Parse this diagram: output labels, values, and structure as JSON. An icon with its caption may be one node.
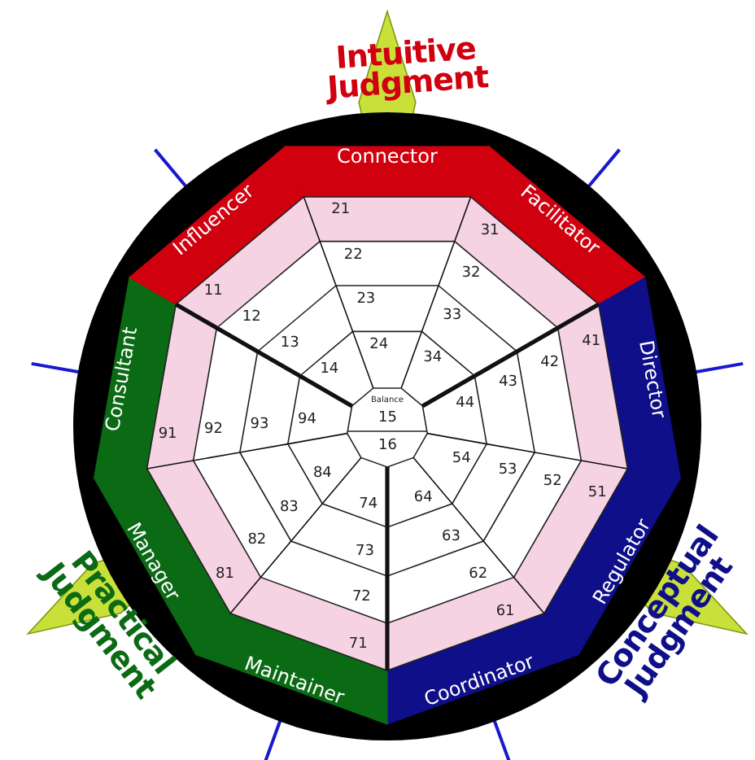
{
  "diagram": {
    "labels": [
      "Intuitive Judgment",
      "Connector",
      "Facilitator",
      "Director",
      "Regulator",
      "Coordinator",
      "Maintainer",
      "Manager",
      "Consultant",
      "Influencer",
      "11",
      "12",
      "13",
      "14",
      "21",
      "22",
      "23",
      "24",
      "31",
      "32",
      "33",
      "34",
      "41",
      "42",
      "43",
      "44",
      "51",
      "52",
      "53",
      "54",
      "61",
      "62",
      "63",
      "64",
      "71",
      "72",
      "73",
      "74",
      "81",
      "82",
      "83",
      "84",
      "91",
      "92",
      "93",
      "94",
      "Balance",
      "15",
      "16",
      "Practical Judgment",
      "Conceptual Judgment"
    ]
  }
}
